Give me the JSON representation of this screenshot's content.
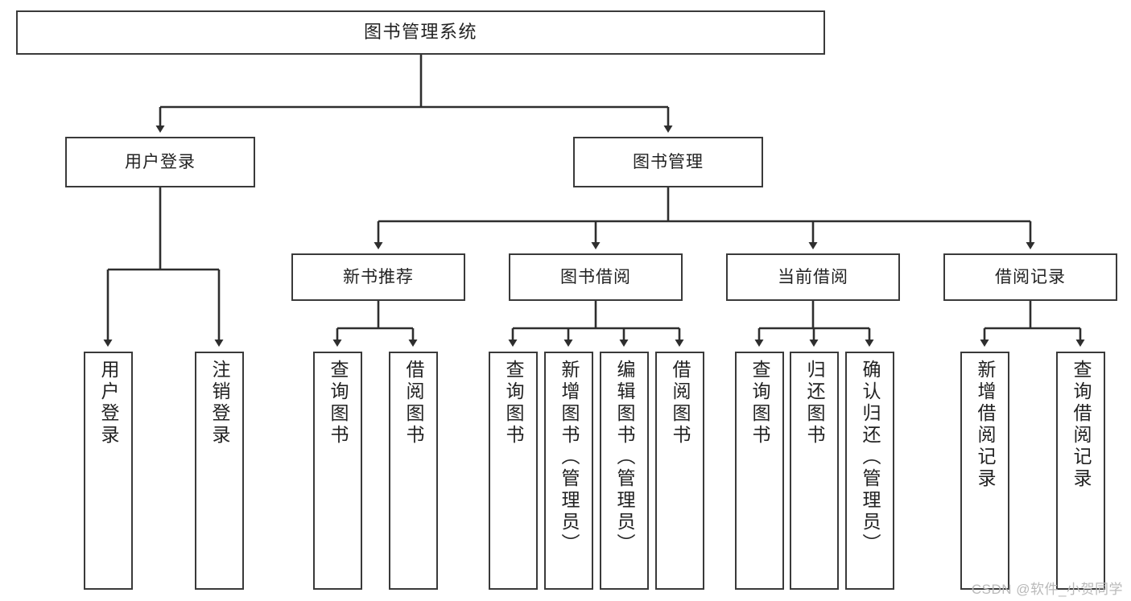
{
  "diagram": {
    "title": "图书管理系统",
    "type": "tree-hierarchy",
    "watermark": "CSDN @软件_小贺同学",
    "colors": {
      "box_border": "#3a3a3a",
      "box_fill": "#ffffff",
      "connector": "#2e2e2e",
      "text": "#222222",
      "watermark": "#b9b9b9"
    },
    "nodes": {
      "root": {
        "label": "图书管理系统"
      },
      "level2": [
        {
          "label": "用户登录"
        },
        {
          "label": "图书管理"
        }
      ],
      "level3": [
        {
          "label": "新书推荐"
        },
        {
          "label": "图书借阅"
        },
        {
          "label": "当前借阅"
        },
        {
          "label": "借阅记录"
        }
      ],
      "leaves_user_login": [
        {
          "label": "用户登录"
        },
        {
          "label": "注销登录"
        }
      ],
      "leaves_new_book": [
        {
          "label": "查询图书"
        },
        {
          "label": "借阅图书"
        }
      ],
      "leaves_borrow": [
        {
          "label": "查询图书"
        },
        {
          "label": "新增图书（管理员）"
        },
        {
          "label": "编辑图书（管理员）"
        },
        {
          "label": "借阅图书"
        }
      ],
      "leaves_current": [
        {
          "label": "查询图书"
        },
        {
          "label": "归还图书"
        },
        {
          "label": "确认归还（管理员）"
        }
      ],
      "leaves_records": [
        {
          "label": "新增借阅记录"
        },
        {
          "label": "查询借阅记录"
        }
      ]
    }
  }
}
